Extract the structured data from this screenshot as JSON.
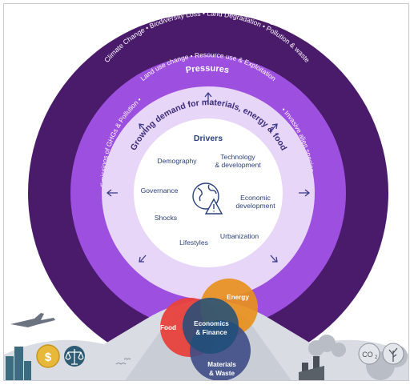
{
  "outer_ring": {
    "title": "Global Environmental Crises",
    "crises": "Climate Change  •  Biodiversity Loss  •  Land Degradation  •  Pollution & waste",
    "color": "#4a1a6b"
  },
  "pressures_ring": {
    "title": "Pressures",
    "items_top": "Land use change  •  Resource use & Exploitation",
    "item_left": "Emissions of GHGs & Pollution  •",
    "item_right": "•  Invasive alien species",
    "color": "#9d4fe0"
  },
  "demand_ring": {
    "label": "Growing demand for materials, energy & food",
    "color": "#e7d6f7"
  },
  "drivers": {
    "title": "Drivers",
    "demography": "Demography",
    "technology_1": "Technology",
    "technology_2": "& development",
    "governance": "Governance",
    "economic_1": "Economic",
    "economic_2": "development",
    "shocks": "Shocks",
    "urbanization": "Urbanization",
    "lifestyles": "Lifestyles",
    "center_icon": "globe-warning-icon"
  },
  "venn": {
    "food": "Food",
    "energy": "Energy",
    "econ_1": "Economics",
    "econ_2": "& Finance",
    "materials_1": "Materials",
    "materials_2": "& Waste",
    "colors": {
      "food": "#e8413c",
      "energy": "#e8901e",
      "econ": "#1f4f7a",
      "materials": "#3e4d86"
    }
  },
  "scene_icons": {
    "dollar": "$",
    "co2": "CO",
    "airplane": "airplane-icon",
    "scale": "scale-icon",
    "tree": "tree-icon"
  }
}
